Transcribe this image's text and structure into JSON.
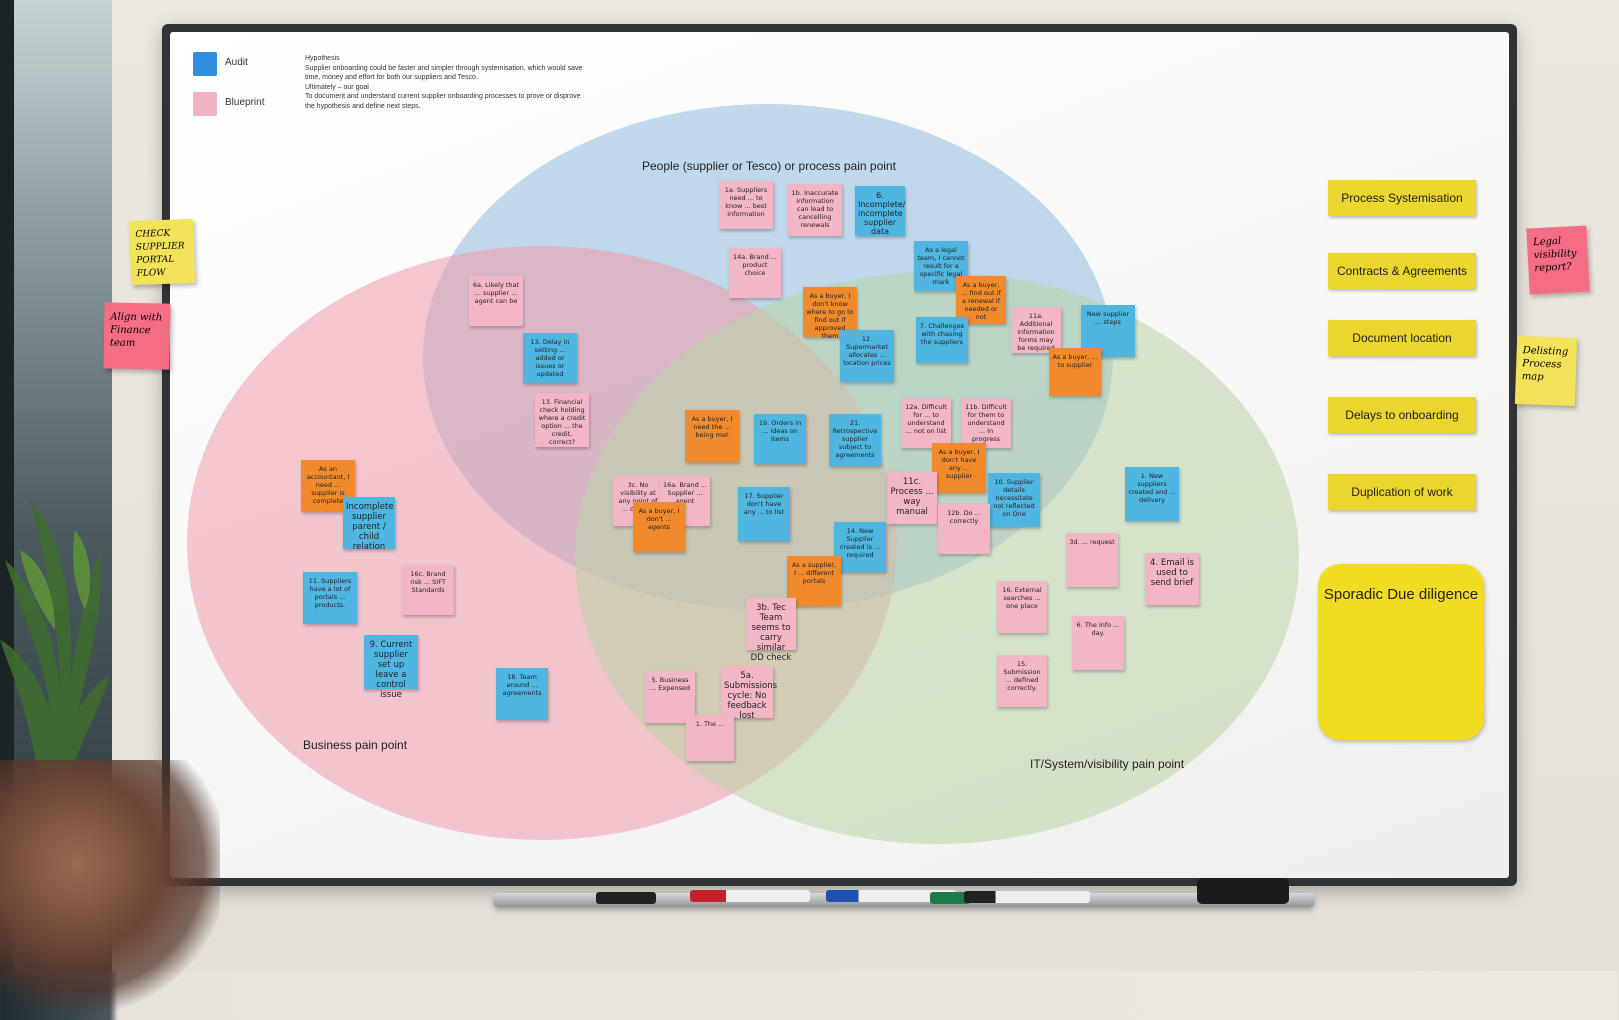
{
  "legend": [
    {
      "label": "Audit",
      "color": "#2f8fdc"
    },
    {
      "label": "Blueprint",
      "color": "#f2b3c4"
    }
  ],
  "hypothesis": {
    "heading": "Hypothesis",
    "lines": [
      "Supplier onboarding could be faster and simpler through systemisation, which would save",
      "time, money and effort for both our suppliers and Tesco.",
      "Ultimately – our goal",
      "To document and understand current supplier onboarding processes to prove or disprove",
      "the hypothesis and define next steps."
    ]
  },
  "circles": {
    "people": "People (supplier or Tesco) or process pain point",
    "business": "Business pain point",
    "it": "IT/System/visibility pain point"
  },
  "categories": [
    "Process Systemisation",
    "Contracts & Agreements",
    "Document location",
    "Delays to onboarding",
    "Duplication of work"
  ],
  "sporadic": "Sporadic Due diligence",
  "handwritten": {
    "check_portal": "CHECK SUPPLIER PORTAL FLOW",
    "align_finance": "Align with Finance team",
    "legal_visibility": "Legal visibility report?",
    "delisting": "Delisting Process map"
  },
  "notes": [
    {
      "text": "1a. Suppliers need ... to know ... best information",
      "color": "pink"
    },
    {
      "text": "1b. Inaccurate information can lead to cancelling renewals",
      "color": "pink"
    },
    {
      "text": "6. Incomplete/ incomplete supplier data",
      "color": "blue"
    },
    {
      "text": "14a. Brand ... product choice",
      "color": "pink"
    },
    {
      "text": "As a legal team, I cannot result for a specific legal mark",
      "color": "blue"
    },
    {
      "text": "6a. Likely that ... supplier ... agent can be",
      "color": "pink"
    },
    {
      "text": "As a buyer, I don't know where to go to find out if approved them",
      "color": "orange"
    },
    {
      "text": "As a buyer, ... find out if a renewal if needed or not",
      "color": "orange"
    },
    {
      "text": "11a. Additional information forms may be required",
      "color": "pink"
    },
    {
      "text": "New supplier ... steps",
      "color": "blue"
    },
    {
      "text": "13. Delay in setting ... added or issues or updated",
      "color": "blue"
    },
    {
      "text": "12. Supermarket allocates ... location prices",
      "color": "blue"
    },
    {
      "text": "7. Challenges with chasing the suppliers",
      "color": "blue"
    },
    {
      "text": "As a buyer, ... to supplier",
      "color": "orange"
    },
    {
      "text": "13. Financial check holding where a credit option ... the credit, correct?",
      "color": "pink"
    },
    {
      "text": "As a buyer, I need the ... being met",
      "color": "orange"
    },
    {
      "text": "19. Orders in ... ideas on items",
      "color": "blue"
    },
    {
      "text": "21. Retrospective supplier subject to agreements",
      "color": "blue"
    },
    {
      "text": "12a. Difficult for ... to understand ... not on list",
      "color": "pink"
    },
    {
      "text": "11b. Difficult for them to understand ... in progress",
      "color": "pink"
    },
    {
      "text": "As an accountant, I need ... supplier is complete",
      "color": "orange"
    },
    {
      "text": "Incomplete supplier parent / child relation",
      "color": "blue"
    },
    {
      "text": "3c. No visibility at any point of ... contact",
      "color": "pink"
    },
    {
      "text": "16a. Brand ... Supplier ... agent",
      "color": "pink"
    },
    {
      "text": "As a buyer, I don't ... agents",
      "color": "orange"
    },
    {
      "text": "As a buyer, I don't have any ... supplier",
      "color": "orange"
    },
    {
      "text": "11c. Process ... way manual",
      "color": "pink"
    },
    {
      "text": "10. Supplier details necessitate not reflected on One",
      "color": "blue"
    },
    {
      "text": "1. New suppliers created and ... delivery",
      "color": "blue"
    },
    {
      "text": "17. Supplier don't have any ... to list",
      "color": "blue"
    },
    {
      "text": "12b. Do ... correctly",
      "color": "pink"
    },
    {
      "text": "11. Suppliers have a lot of portals ... products.",
      "color": "blue"
    },
    {
      "text": "16c. Brand risk ... SIFT Standards",
      "color": "pink"
    },
    {
      "text": "14. New Supplier created is ... required",
      "color": "blue"
    },
    {
      "text": "3d. ... request",
      "color": "pink"
    },
    {
      "text": "4. Email is used to send brief",
      "color": "pink"
    },
    {
      "text": "As a supplier, I ... different portals",
      "color": "orange"
    },
    {
      "text": "9. Current supplier set up leave a control issue",
      "color": "blue"
    },
    {
      "text": "3b. Tec Team seems to carry similar DD check",
      "color": "pink"
    },
    {
      "text": "16. External searches ... one place",
      "color": "pink"
    },
    {
      "text": "6. The info ... day.",
      "color": "pink"
    },
    {
      "text": "18. Team around ... agreements",
      "color": "blue"
    },
    {
      "text": "5. Business ... Expensed",
      "color": "pink"
    },
    {
      "text": "5a. Submissions cycle: No feedback lost",
      "color": "pink"
    },
    {
      "text": "15. Submission ... defined correctly.",
      "color": "pink"
    },
    {
      "text": "1. The ... ",
      "color": "pink"
    }
  ]
}
